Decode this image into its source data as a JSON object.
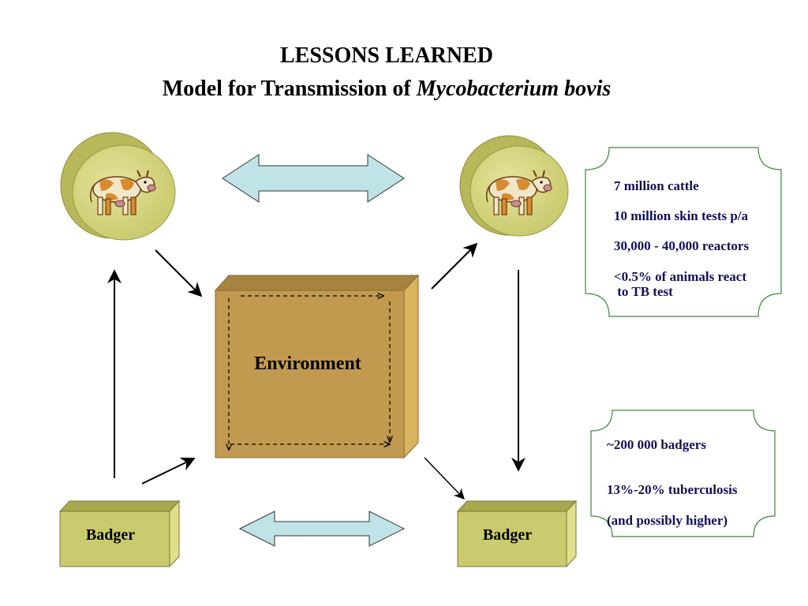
{
  "title": {
    "line1": "LESSONS LEARNED",
    "line2_prefix": "Model for Transmission of ",
    "line2_italic": "Mycobacterium bovis"
  },
  "environment": {
    "label": "Environment"
  },
  "badger_left": {
    "label": "Badger"
  },
  "badger_right": {
    "label": "Badger"
  },
  "cattle_info": {
    "lines": [
      "7 million cattle",
      "10 million skin tests p/a",
      "30,000 - 40,000 reactors",
      "<0.5% of animals react",
      " to TB test"
    ]
  },
  "badger_info": {
    "lines": [
      "~200 000 badgers",
      "13%-20% tuberculosis",
      "(and possibly higher)"
    ]
  },
  "colors": {
    "cow_disc": "#d2d27a",
    "environment": "#c19a4f",
    "badger_box": "#caca6e",
    "double_arrow": "#bfe3e6",
    "info_border": "#3a8a3a",
    "info_text": "#10105a"
  },
  "icons": [
    "cow-icon",
    "double-arrow-icon",
    "arrow-icon"
  ]
}
